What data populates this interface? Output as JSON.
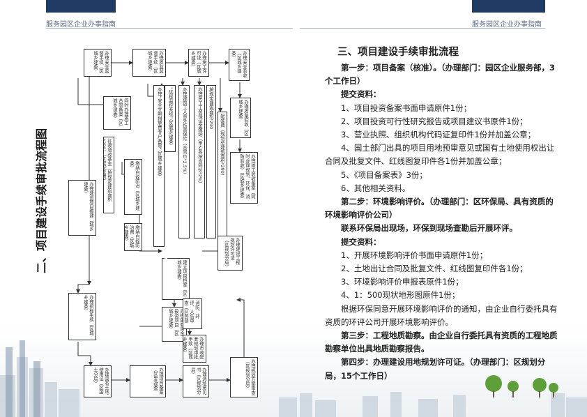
{
  "header": {
    "left_label": "服务园区企业办事指南",
    "right_label": "服务园区企业办事指南"
  },
  "flowchart": {
    "title": "二、项目建设手续审批流程图",
    "boxes": {
      "b1": "办理安全监督手续（区城乡建委）",
      "b2": "办理质监监督手续（区城乡建委）",
      "b3": "办理施工许可证（区城乡建委）",
      "b4": "办理安全验收（区城乡建委）",
      "b5": "同时办理施工合同备案（区城乡建委）",
      "b6": "办理质量验收（区城乡建委）",
      "b7": "办理竣工验收备案（同时办理规划、环保、消防验收）（区城乡建委）",
      "b8": "办理“安全文明措施费专户备管”（区城乡建委）",
      "b9": "“远程监控系统”（区城乡建委）",
      "b10": "办理建筑工人意外伤害保险（合同价*2.5%）",
      "b11": "办理民工工资保证金缴纳（甲乙各按合同价*2%）",
      "b12": "按规定建筑面积*290",
      "b13": "配套费（规划总建筑面积*290）",
      "b14": "征收墙改基金（按规定建筑面积*290）（工程配套费）",
      "b15": "缴纳白蚁防治（区城乡建委）",
      "b16": "办理建设项目报建（城乡建委）",
      "b17": "建立项目档案（区城乡建委）",
      "b18": "办理建设工程规划许可证（区规划分局）",
      "b19": "办理招标手续（区城乡建委）",
      "b20": "办理国有资金投资项目（区城乡建委）",
      "b21": "办理市政配套规划审批手续（区城乡建委）",
      "b22": "缴纳白蚁防治费（区城乡建委）",
      "b23": "办理国有土地使用证（区国土分局）",
      "b24": "办理项目备案（区发改委）",
      "b25": "办理选址意见书（区规划分局）",
      "b26": "办理规划方案审查（区规划分局）",
      "b27": "消防、环评、人防审查（区各部门）",
      "b28": "办理用地规划许可证（区规划分局）"
    }
  },
  "content": {
    "section_title": "三、项目建设手续审批流程",
    "step1": "第一步：项目备案（核准）。（办理部门：园区企业服务部，3个工作日）",
    "step1_label": "提交资料：",
    "step1_items": [
      "1、项目投资备案书面申请原件1份；",
      "2、项目投资可行性研究报告或项目建议书原件1份；",
      "3、营业执照、组织机构代码证复印件1份并加盖公章；",
      "4、国土部门出具的项目用地预审意见或国有土地使用权出让合同及批复文件、红线图复印件各1份并加盖公章；",
      "5、《项目备案表》3份；",
      "6、其他相关资料。"
    ],
    "step2": "第二步：环境影响评价。（办理部门：区环保局、具有资质的环境影响评价公司）",
    "step2_note": "联系环保局出现场，环保到现场查勘后开展环评。",
    "step2_label": "提交资料：",
    "step2_items": [
      "1、开展环境影响评价书面申请原件1份；",
      "2、土地出让合同及批复文件、红线图复印件各1份；",
      "3、环境影响评价申报表原件1份；",
      "4、1：500现状地形图原件1份；"
    ],
    "step2_after": "根据环保同意开展环境影响评价的通知，由企业自行委托具有资质的环评公司开展环境影响评价。",
    "step3": "第三步：工程地质勘察。由企业自行委托具有资质的工程地质勘察单位出具地质勘察报告。",
    "step4": "第四步：办理建设用地规划许可证。（办理部门：区规划分局，15个工作日）"
  },
  "colors": {
    "header_bar": "#1f3b63",
    "header_text": "#5b6f86"
  }
}
